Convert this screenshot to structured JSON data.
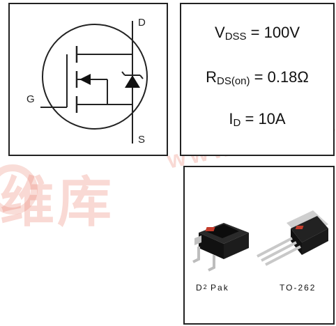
{
  "symbol": {
    "pins": {
      "drain": "D",
      "gate": "G",
      "source": "S"
    }
  },
  "specs": {
    "vdss": {
      "symbol": "V",
      "subscript": "DSS",
      "value": "= 100V"
    },
    "rds": {
      "symbol": "R",
      "subscript": "DS(on)",
      "value": "= 0.18Ω"
    },
    "id": {
      "symbol": "I",
      "subscript": "D",
      "value": "= 10A"
    }
  },
  "packages": [
    {
      "prefix": "D",
      "superscript": "2",
      "suffix": "Pak"
    },
    {
      "label": "TO-262"
    }
  ],
  "watermark": {
    "text": "维库",
    "url": "www.dzsc.c"
  }
}
